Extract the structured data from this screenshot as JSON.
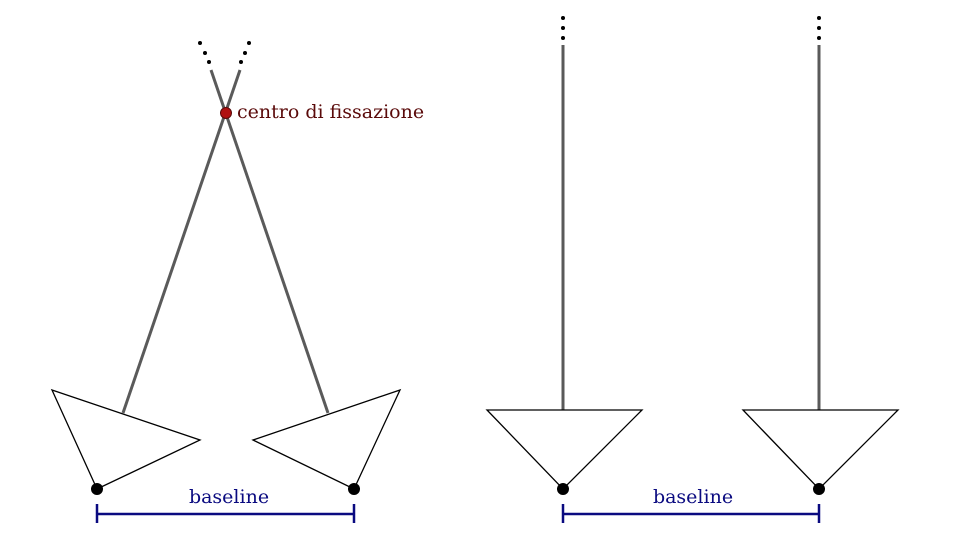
{
  "left_figure": {
    "fixation_label": "centro di fissazione",
    "baseline_label": "baseline"
  },
  "right_figure": {
    "baseline_label": "baseline"
  },
  "colors": {
    "ray": "#5a5a5a",
    "camera_outline": "#000000",
    "camera_center": "#000000",
    "fixation_point": "#b01010",
    "fixation_label": "#5a0a0a",
    "baseline": "#0a0a80"
  }
}
